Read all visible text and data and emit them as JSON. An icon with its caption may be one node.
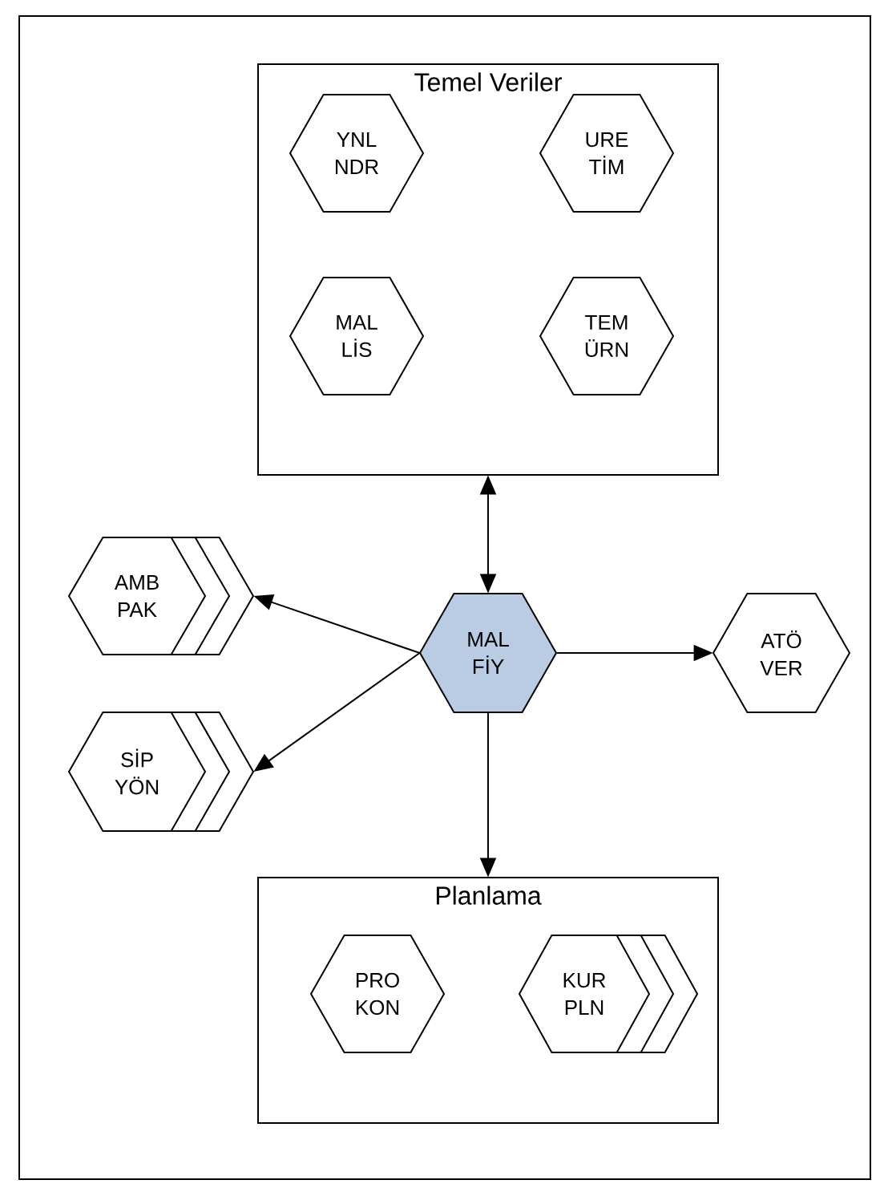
{
  "diagram": {
    "nodes": [
      {
        "text": [
          "Temel Veriler"
        ]
      },
      {
        "text": [
          "YNL NDR"
        ],
        "in": 0
      },
      {
        "text": [
          "URE TİM"
        ],
        "in": 0
      },
      {
        "text": [
          "MAL LİS"
        ],
        "in": 0
      },
      {
        "text": [
          "TEM ÜRN"
        ],
        "in": 0
      },
      {
        "text": [
          "AMB PAK"
        ]
      },
      {
        "text": [
          "SİP YÖN"
        ]
      },
      {
        "text": [
          "MAL FİY"
        ]
      },
      {
        "text": [
          "ATÖ VER"
        ]
      },
      {
        "text": [
          "Planlama"
        ]
      },
      {
        "text": [
          "PRO KON"
        ],
        "in": 9
      },
      {
        "text": [
          "KUR PLN"
        ],
        "in": 9
      }
    ],
    "edges": [
      {
        "from": 0,
        "to": 7,
        "arrow": "both"
      },
      {
        "from": 7,
        "to": 5,
        "arrow": "to"
      },
      {
        "from": 7,
        "to": 6,
        "arrow": "to"
      },
      {
        "from": 7,
        "to": 8,
        "arrow": "to"
      },
      {
        "from": 7,
        "to": 9,
        "arrow": "to"
      }
    ]
  }
}
